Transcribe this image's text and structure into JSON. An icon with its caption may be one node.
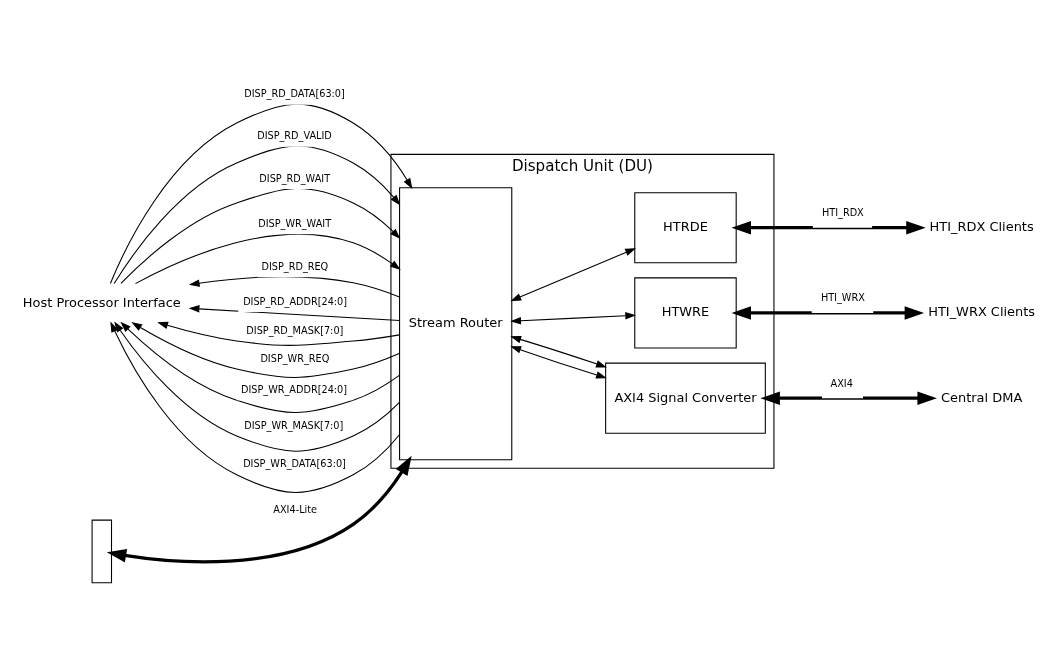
{
  "diagram": {
    "nodes": [
      {
        "text": [
          "Dispatch Unit (DU)"
        ]
      },
      {
        "text": [
          "Stream Router"
        ],
        "in": 0
      },
      {
        "text": [
          "HTRDE"
        ],
        "in": 0
      },
      {
        "text": [
          "HTWRE"
        ],
        "in": 0
      },
      {
        "text": [
          "AXI4 Signal Converter"
        ],
        "in": 0
      },
      {
        "text": [
          "Host Processor Interface"
        ]
      },
      {
        "text": [],
        "shape": "bracket"
      },
      {
        "text": [
          "HTI_RDX Clients"
        ]
      },
      {
        "text": [
          "HTI_WRX Clients"
        ]
      },
      {
        "text": [
          "Central DMA"
        ]
      }
    ],
    "edges": [
      {
        "from": 5,
        "to": 1,
        "arrow": "to",
        "label": "DISP_RD_DATA[63:0]"
      },
      {
        "from": 5,
        "to": 1,
        "arrow": "to",
        "label": "DISP_RD_VALID"
      },
      {
        "from": 5,
        "to": 1,
        "arrow": "to",
        "label": "DISP_RD_WAIT"
      },
      {
        "from": 5,
        "to": 1,
        "arrow": "to",
        "label": "DISP_WR_WAIT"
      },
      {
        "from": 1,
        "to": 5,
        "arrow": "to",
        "label": "DISP_RD_REQ"
      },
      {
        "from": 1,
        "to": 5,
        "arrow": "to",
        "label": "DISP_RD_ADDR[24:0]"
      },
      {
        "from": 1,
        "to": 5,
        "arrow": "to",
        "label": "DISP_RD_MASK[7:0]"
      },
      {
        "from": 1,
        "to": 5,
        "arrow": "to",
        "label": "DISP_WR_REQ"
      },
      {
        "from": 1,
        "to": 5,
        "arrow": "to",
        "label": "DISP_WR_ADDR[24:0]"
      },
      {
        "from": 1,
        "to": 5,
        "arrow": "to",
        "label": "DISP_WR_MASK[7:0]"
      },
      {
        "from": 1,
        "to": 5,
        "arrow": "to",
        "label": "DISP_WR_DATA[63:0]"
      },
      {
        "from": 1,
        "to": 2,
        "arrow": "both"
      },
      {
        "from": 1,
        "to": 3,
        "arrow": "both"
      },
      {
        "from": 1,
        "to": 4,
        "arrow": "both"
      },
      {
        "from": 1,
        "to": 4,
        "arrow": "both"
      },
      {
        "from": 2,
        "to": 7,
        "arrow": "both",
        "label": "HTI_RDX",
        "style": "thick"
      },
      {
        "from": 3,
        "to": 8,
        "arrow": "both",
        "label": "HTI_WRX",
        "style": "thick"
      },
      {
        "from": 6,
        "to": 1,
        "arrow": "both",
        "label": "AXI4-Lite",
        "style": "thick"
      },
      {
        "from": 4,
        "to": 9,
        "arrow": "both",
        "label": "AXI4",
        "style": "thick"
      }
    ]
  }
}
